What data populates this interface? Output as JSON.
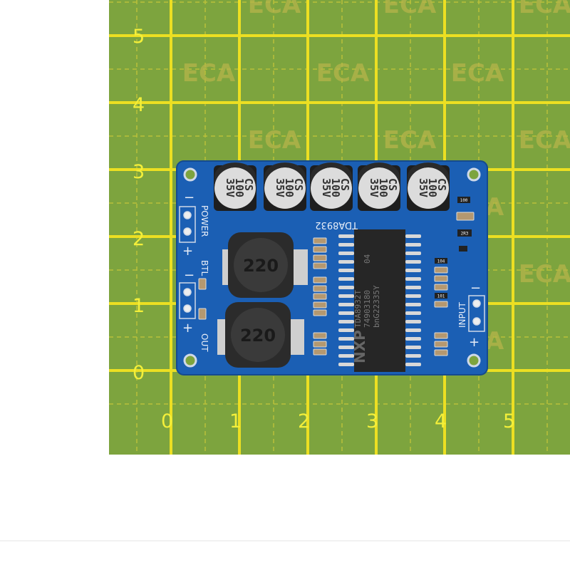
{
  "mat": {
    "watermark": "ECA",
    "x_labels": [
      "0",
      "1",
      "2",
      "3",
      "4",
      "5"
    ],
    "y_labels": [
      "0",
      "1",
      "2",
      "3",
      "4",
      "5"
    ],
    "colors": {
      "mat": "#7da43e",
      "grid": "#ecdf22",
      "board": "#1b5fb4"
    }
  },
  "board": {
    "capacitor": {
      "line1": "CS",
      "line2": "100",
      "line3": "35V"
    },
    "chip_silk": "TDA8932",
    "chip": {
      "line1": "TDA8932T",
      "line2": "74903180",
      "line3": "bnG22335Y",
      "code": "04",
      "logo": "NXP"
    },
    "inductor_value": "220",
    "power_label": "POWER",
    "btl_label": "BTL",
    "out_label": "OUT",
    "input_label": "INPUT",
    "minus": "−",
    "plus": "+",
    "resistor_codes": [
      "100",
      "2R3",
      "104",
      "101"
    ]
  }
}
